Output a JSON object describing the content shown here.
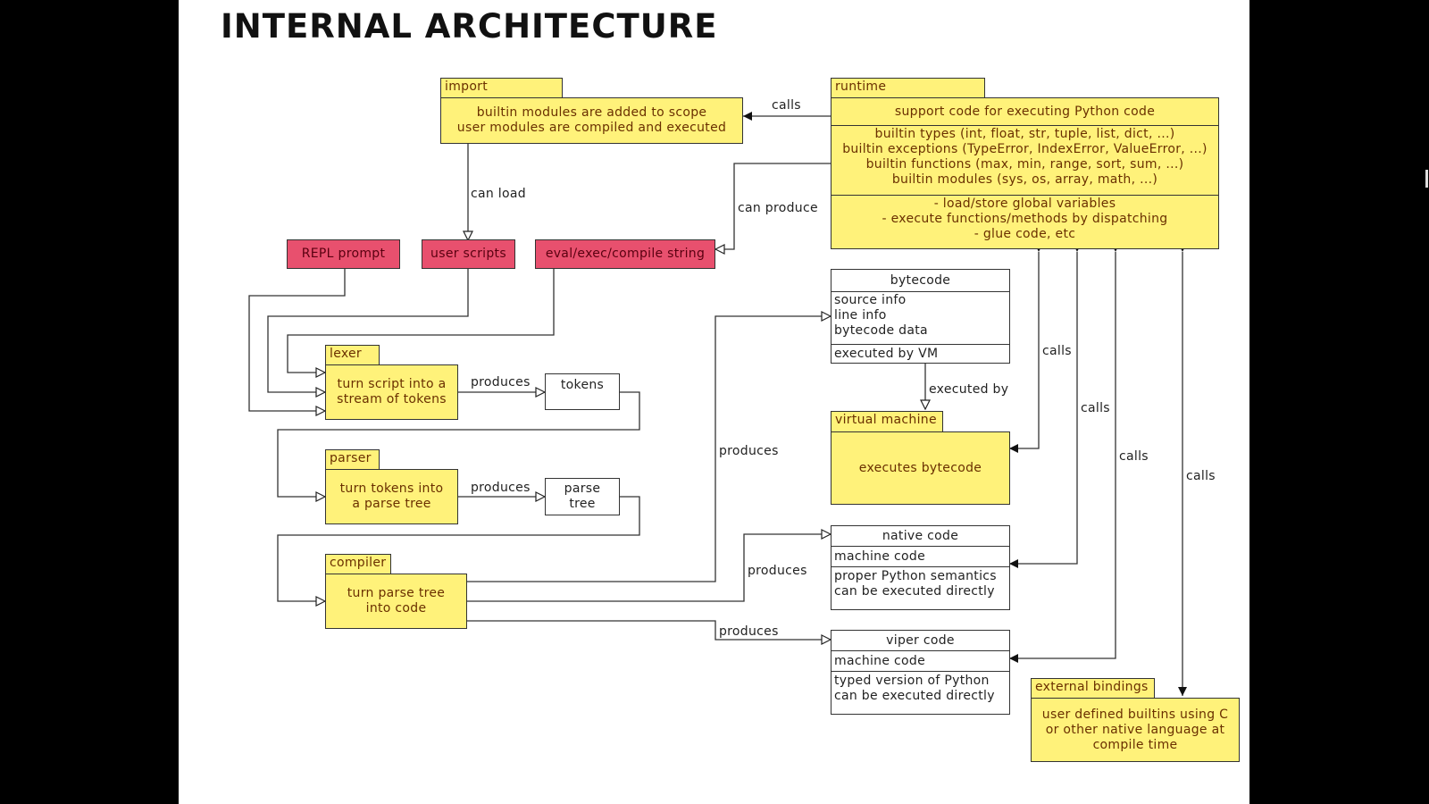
{
  "title": "INTERNAL ARCHITECTURE",
  "import": {
    "tab": "import",
    "lines": [
      "builtin modules are added to scope",
      "user modules are compiled and executed"
    ]
  },
  "runtime": {
    "tab": "runtime",
    "header": "support code for executing Python code",
    "builtins": [
      "builtin types (int, float, str, tuple, list, dict, ...)",
      "builtin exceptions (TypeError, IndexError, ValueError, ...)",
      "builtin functions (max, min, range, sort, sum, ...)",
      "builtin modules (sys, os, array, math, ...)"
    ],
    "tasks": [
      "- load/store global variables",
      "- execute functions/methods by dispatching",
      "- glue code, etc"
    ]
  },
  "sources": {
    "repl": "REPL prompt",
    "scripts": "user scripts",
    "eval": "eval/exec/compile string"
  },
  "bytecode": {
    "title": "bytecode",
    "info": [
      "source info",
      "line info",
      "bytecode data"
    ],
    "exec": "executed by VM"
  },
  "vm": {
    "tab": "virtual machine",
    "body": "executes bytecode"
  },
  "lexer": {
    "tab": "lexer",
    "body": [
      "turn script into a",
      "stream of tokens"
    ]
  },
  "tokens": "tokens",
  "parser": {
    "tab": "parser",
    "body": [
      "turn tokens into",
      "a parse tree"
    ]
  },
  "parse_tree": [
    "parse",
    "tree"
  ],
  "compiler": {
    "tab": "compiler",
    "body": [
      "turn parse tree",
      "into code"
    ]
  },
  "native": {
    "title": "native code",
    "row": "machine code",
    "desc": [
      "proper Python semantics",
      "can be executed directly"
    ]
  },
  "viper": {
    "title": "viper code",
    "row": "machine code",
    "desc": [
      "typed version of Python",
      "can be executed directly"
    ]
  },
  "bindings": {
    "tab": "external bindings",
    "body": [
      "user defined builtins using C",
      "or other native language at",
      "compile time"
    ]
  },
  "labels": {
    "calls_import": "calls",
    "can_load": "can load",
    "can_produce": "can produce",
    "lexer_produces": "produces",
    "parser_produces": "produces",
    "comp_bytecode": "produces",
    "comp_native": "produces",
    "comp_viper": "produces",
    "executed_by": "executed by",
    "calls_vm": "calls",
    "calls_native": "calls",
    "calls_viper": "calls",
    "calls_ext": "calls"
  },
  "colors": {
    "box_yellow": "#fff27a",
    "box_pink": "#e8506e",
    "text": "#6a3000"
  }
}
